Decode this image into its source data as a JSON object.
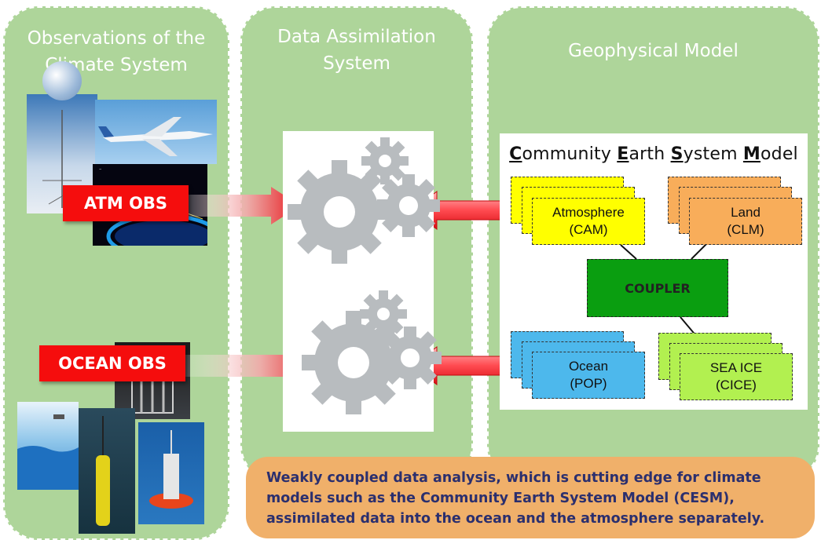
{
  "panels": {
    "observations": {
      "title_line1": "Observations of the",
      "title_line2": "Climate System"
    },
    "assimilation": {
      "title_line1": "Data Assimilation",
      "title_line2": "System"
    },
    "model": {
      "title": "Geophysical Model"
    }
  },
  "badges": {
    "atm": "ATM OBS",
    "ocean": "OCEAN OBS"
  },
  "cesm": {
    "title_parts": [
      {
        "cap": "C",
        "rest": "ommunity "
      },
      {
        "cap": "E",
        "rest": "arth "
      },
      {
        "cap": "S",
        "rest": "ystem "
      },
      {
        "cap": "M",
        "rest": "odel"
      }
    ],
    "atmosphere": {
      "name": "Atmosphere",
      "code": "(CAM)",
      "color": "#ffff00"
    },
    "land": {
      "name": "Land",
      "code": "(CLM)",
      "color": "#f8ad5a"
    },
    "coupler": {
      "name": "COUPLER",
      "color": "#0a9e10"
    },
    "ocean": {
      "name": "Ocean",
      "code": "(POP)",
      "color": "#4db8ec"
    },
    "seaice": {
      "name": "SEA ICE",
      "code": "(CICE)",
      "color": "#b2f050"
    }
  },
  "caption": {
    "line1": "Weakly coupled data analysis, which is cutting edge for climate",
    "line2": "models such as the Community Earth System Model (CESM),",
    "line3": "assimilated data into the ocean and the atmosphere separately."
  },
  "colors": {
    "panel": "#aed59a",
    "badge": "#f50d0d",
    "arrow": "#e8151b",
    "gear": "#b8bcbf",
    "caption_bg": "#f0b06a",
    "caption_text": "#2b2f6e"
  }
}
